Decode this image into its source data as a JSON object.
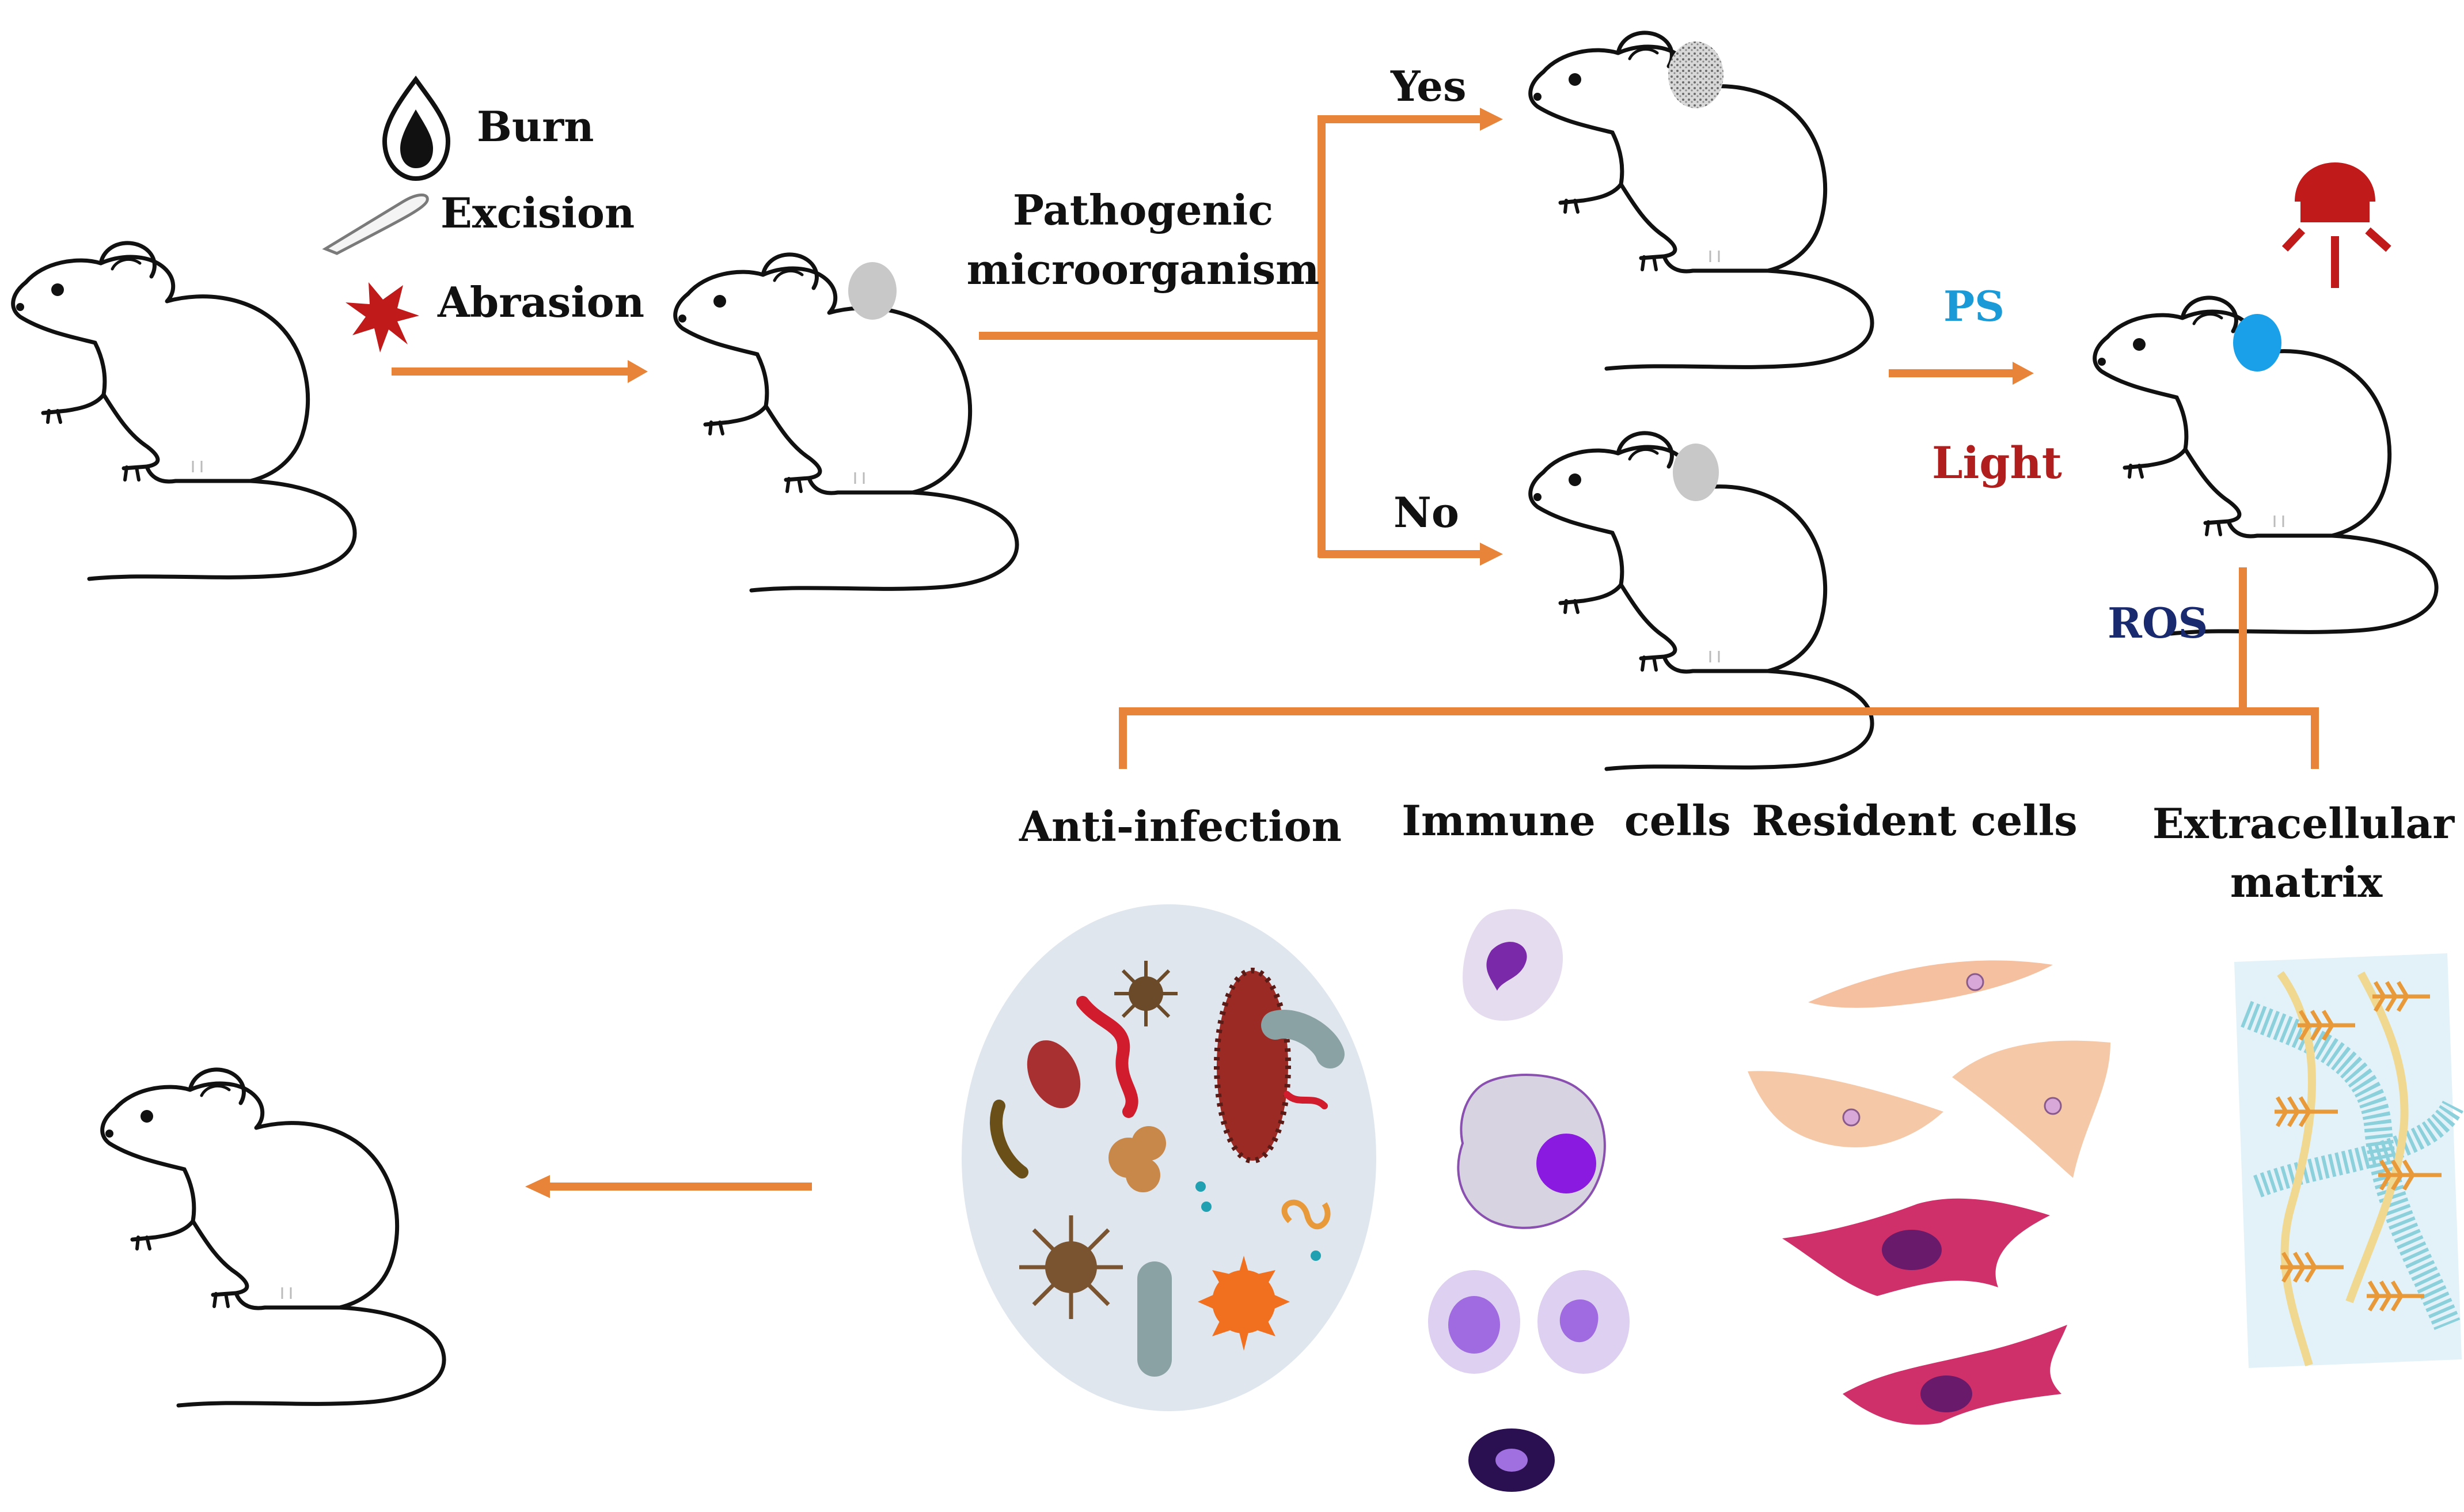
{
  "injury_types": {
    "burn": "Burn",
    "excision": "Excision",
    "abrasion": "Abrasion"
  },
  "infection_question": {
    "line1": "Pathogenic",
    "line2": "microorganism",
    "yes": "Yes",
    "no": "No"
  },
  "treatment": {
    "ps": "PS",
    "light": "Light",
    "ros": "ROS"
  },
  "mechanisms": {
    "anti_infection": "Anti-infection",
    "immune_cells": "Immune  cells",
    "resident_cells": "Resident cells",
    "ecm_line1": "Extracellular",
    "ecm_line2": "matrix"
  },
  "colors": {
    "arrow": "#e8843a",
    "ps": "#1a9ad6",
    "light": "#b01e1e",
    "ros": "#1a2a6e",
    "wound_gray": "#c8c8c8",
    "ps_spot": "#1aa0e8"
  },
  "icons": [
    "mouse-icon",
    "burn-flame-icon",
    "scalpel-icon",
    "abrasion-icon",
    "lamp-icon",
    "microbes-icon",
    "immune-cell-icon",
    "fibroblast-icon",
    "ecm-fibers-icon"
  ]
}
